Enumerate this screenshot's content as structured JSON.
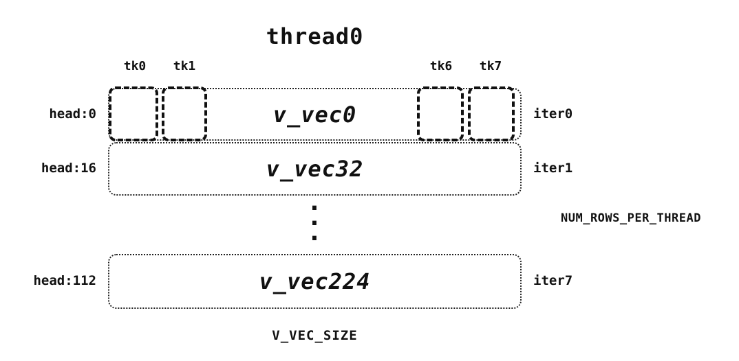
{
  "title": "thread0",
  "tk_labels": [
    {
      "label": "tk0"
    },
    {
      "label": "tk1"
    },
    {
      "label": "tk6"
    },
    {
      "label": "tk7"
    }
  ],
  "rows": [
    {
      "head": "head:0",
      "vec": "v_vec0",
      "iter": "iter0"
    },
    {
      "head": "head:16",
      "vec": "v_vec32",
      "iter": "iter1"
    },
    {
      "head": "head:112",
      "vec": "v_vec224",
      "iter": "iter7"
    }
  ],
  "dots": [
    ".",
    ".",
    "."
  ],
  "annotations": {
    "rows_label": "NUM_ROWS_PER_THREAD",
    "size_label": "V_VEC_SIZE"
  },
  "colors": {
    "ink": "#111111",
    "background": "#ffffff"
  }
}
